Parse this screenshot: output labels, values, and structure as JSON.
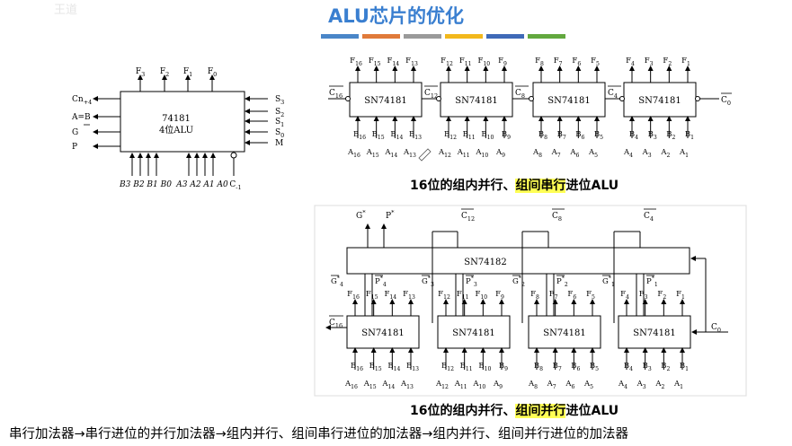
{
  "title": "ALU芯片的优化",
  "tab_colors": [
    "#4a86c8",
    "#e07a3a",
    "#9a9a9a",
    "#f2b81c",
    "#3f6ab8",
    "#62a83e"
  ],
  "alu_block": {
    "name": "74181",
    "desc": "4位ALU",
    "top_pins": [
      "F3",
      "F2",
      "F1",
      "F0"
    ],
    "left_pins": [
      "Cn+4",
      "A=B",
      "G",
      "P"
    ],
    "right_pins": [
      "S3",
      "S2",
      "S1",
      "S0",
      "M"
    ],
    "bottom_pins": [
      "B3 B2 B1 B0",
      "A3 A2 A1 A0",
      "C-1"
    ]
  },
  "diagram1": {
    "chips": [
      {
        "label": "SN74181",
        "f": [
          "F16",
          "F15",
          "F14",
          "F13"
        ],
        "b": [
          "B16",
          "B15",
          "B14",
          "B13"
        ],
        "a": [
          "A16",
          "A15",
          "A14",
          "A13"
        ]
      },
      {
        "label": "SN74181",
        "f": [
          "F12",
          "F11",
          "F10",
          "F9"
        ],
        "b": [
          "B12",
          "B11",
          "B10",
          "B9"
        ],
        "a": [
          "A12",
          "A11",
          "A10",
          "A9"
        ]
      },
      {
        "label": "SN74181",
        "f": [
          "F8",
          "F7",
          "F6",
          "F5"
        ],
        "b": [
          "B8",
          "B7",
          "B6",
          "B5"
        ],
        "a": [
          "A8",
          "A7",
          "A6",
          "A5"
        ]
      },
      {
        "label": "SN74181",
        "f": [
          "F4",
          "F3",
          "F2",
          "F1"
        ],
        "b": [
          "B4",
          "B3",
          "B2",
          "B1"
        ],
        "a": [
          "A4",
          "A3",
          "A2",
          "A1"
        ]
      }
    ],
    "carries": [
      "C16",
      "C12",
      "C8",
      "C4",
      "C0"
    ]
  },
  "caption1": {
    "pre": "16位的组内并行、",
    "highlight": "组间串行",
    "post": "进位ALU"
  },
  "diagram2": {
    "lookahead": "SN74182",
    "top_labels": [
      "G*",
      "P*",
      "C12",
      "C8",
      "C4"
    ],
    "gp_labels": [
      [
        "G4*",
        "P4*"
      ],
      [
        "G3*",
        "P3*"
      ],
      [
        "G2*",
        "P2*"
      ],
      [
        "G1*",
        "P1*"
      ]
    ],
    "chips": [
      {
        "label": "SN74181",
        "f": [
          "F16",
          "F15",
          "F14",
          "F13"
        ],
        "b": [
          "B16",
          "B15",
          "B14",
          "B13"
        ],
        "a": [
          "A16",
          "A15",
          "A14",
          "A13"
        ]
      },
      {
        "label": "SN74181",
        "f": [
          "F12",
          "F11",
          "F10",
          "F9"
        ],
        "b": [
          "B12",
          "B11",
          "B10",
          "B9"
        ],
        "a": [
          "A12",
          "A11",
          "A10",
          "A9"
        ]
      },
      {
        "label": "SN74181",
        "f": [
          "F8",
          "F7",
          "F6",
          "F5"
        ],
        "b": [
          "B8",
          "B7",
          "B6",
          "B5"
        ],
        "a": [
          "A8",
          "A7",
          "A6",
          "A5"
        ]
      },
      {
        "label": "SN74181",
        "f": [
          "F4",
          "F3",
          "F2",
          "F1"
        ],
        "b": [
          "B4",
          "B3",
          "B2",
          "B1"
        ],
        "a": [
          "A4",
          "A3",
          "A2",
          "A1"
        ]
      }
    ],
    "carries": [
      "C16",
      "C0"
    ]
  },
  "caption2": {
    "pre": "16位的组内并行、",
    "highlight": "组间并行",
    "post": "进位ALU"
  },
  "footer": "串行加法器→串行进位的并行加法器→组内并行、组间串行进位的加法器→组内并行、组间并行进位的加法器"
}
